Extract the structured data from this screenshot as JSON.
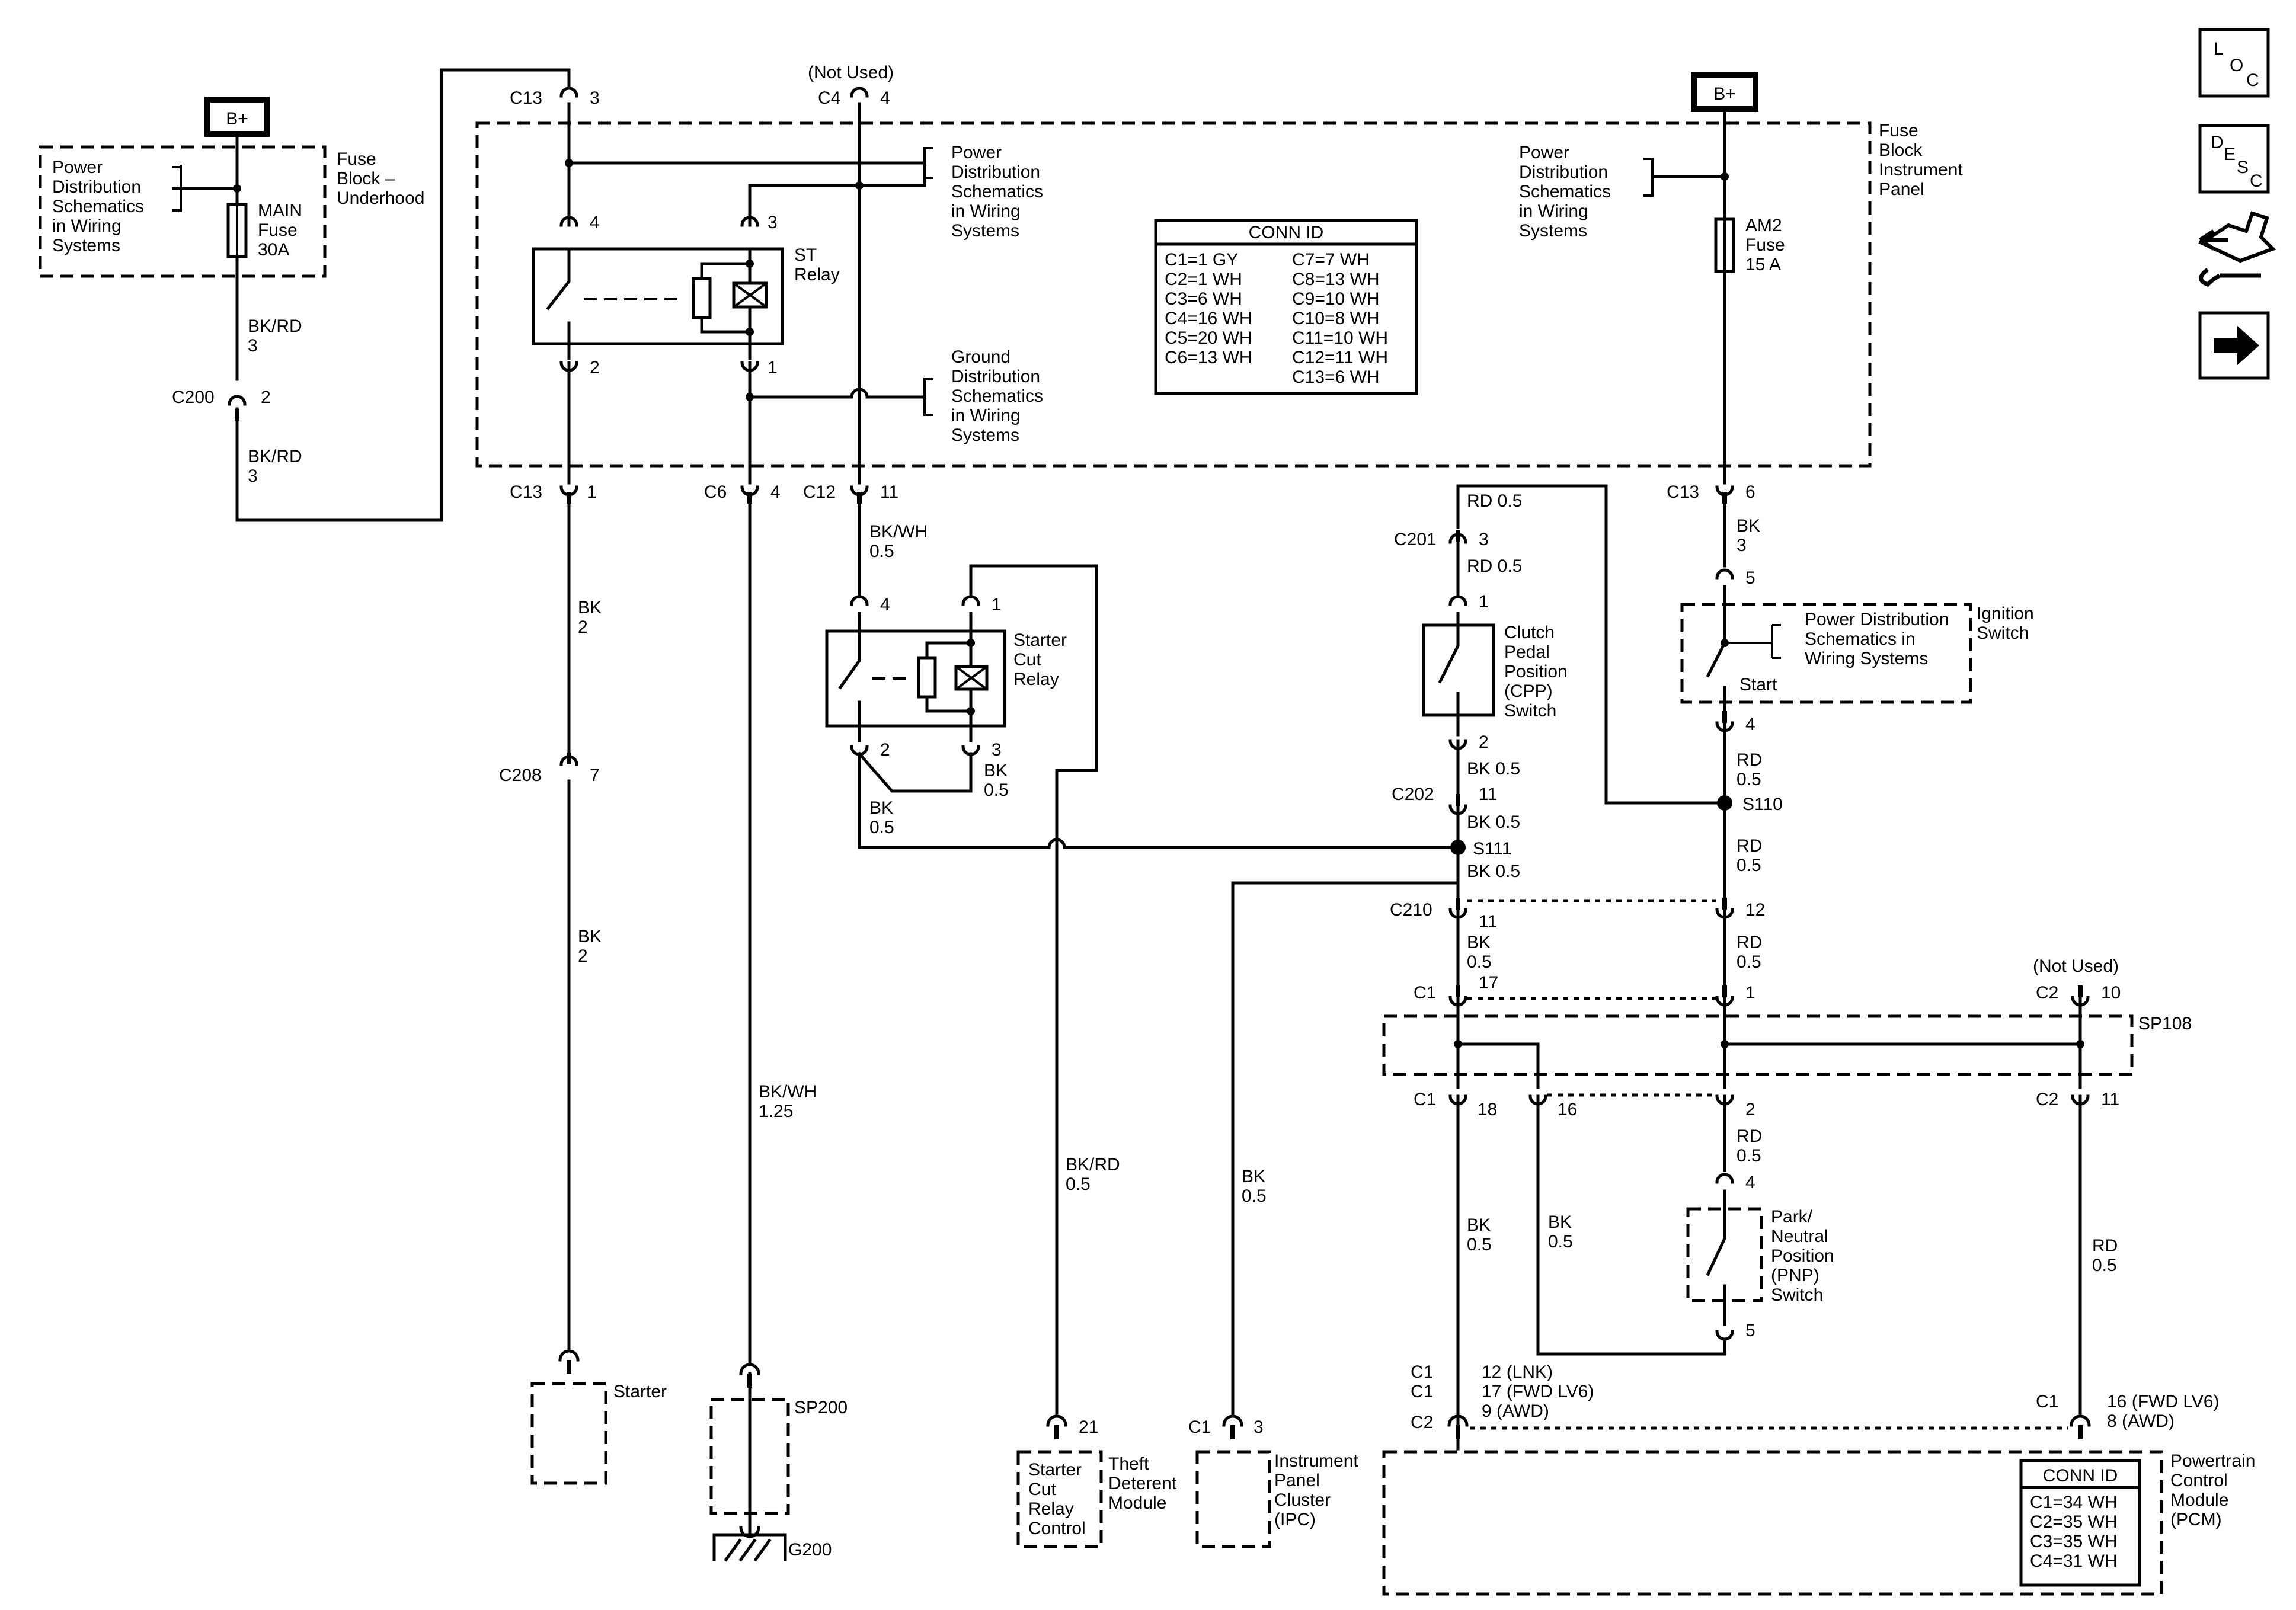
{
  "supply": {
    "underhood": "B+",
    "panel": "B+"
  },
  "fuse_blocks": {
    "underhood": {
      "name": "Fuse\nBlock –\nUnderhood",
      "fuse": "MAIN\nFuse\n30A",
      "ref": "Power\nDistribution\nSchematics\nin Wiring\nSystems"
    },
    "panel": {
      "name": "Fuse\nBlock\nInstrument\nPanel",
      "fuse": "AM2\nFuse\n15 A",
      "ref": "Power\nDistribution\nSchematics\nin Wiring\nSystems",
      "ref_left": "Power\nDistribution\nSchematics\nin Wiring\nSystems",
      "ref_ground": "Ground\nDistribution\nSchematics\nin Wiring\nSystems"
    }
  },
  "conn_table": {
    "title": "CONN ID",
    "left": [
      "C1=1 GY",
      "C2=1 WH",
      "C3=6 WH",
      "C4=16 WH",
      "C5=20 WH",
      "C6=13 WH"
    ],
    "right": [
      "C7=7 WH",
      "C8=13 WH",
      "C9=10 WH",
      "C10=8 WH",
      "C11=10 WH",
      "C12=11 WH",
      "C13=6 WH"
    ]
  },
  "pcm_table": {
    "title": "CONN ID",
    "rows": [
      "C1=34 WH",
      "C2=35 WH",
      "C3=35 WH",
      "C4=31 WH"
    ]
  },
  "components": {
    "st_relay": "ST\nRelay",
    "starter_cut_relay": "Starter\nCut\nRelay",
    "cpp_switch": "Clutch\nPedal\nPosition\n(CPP)\nSwitch",
    "ignition_switch": "Ignition\nSwitch",
    "ignition_ref": "Power Distribution\nSchematics in\nWiring Systems",
    "start": "Start",
    "pnp_switch": "Park/\nNeutral\nPosition\n(PNP)\nSwitch",
    "starter": "Starter",
    "sp200": "SP200",
    "g200": "G200",
    "theft_module": "Theft\nDeterent\nModule",
    "theft_pin_label": "Starter\nCut\nRelay\nControl",
    "ipc": "Instrument\nPanel\nCluster\n(IPC)",
    "pcm": "Powertrain\nControl\nModule\n(PCM)",
    "sp108": "SP108",
    "s110": "S110",
    "s111": "S111",
    "not_used_top": "(Not Used)",
    "not_used_c2": "(Not Used)"
  },
  "connector_labels": {
    "c13_3": "C13",
    "c13_3_pin": "3",
    "c4_4": "C4",
    "c4_4_pin": "4",
    "st_pin4": "4",
    "st_pin3": "3",
    "st_pin2": "2",
    "st_pin1": "1",
    "c200": "C200",
    "c200_pin": "2",
    "c13_1": "C13",
    "c13_1_pin": "1",
    "c6_4": "C6",
    "c6_4_pin": "4",
    "c12_11": "C12",
    "c12_11_pin": "11",
    "c13_6": "C13",
    "c13_6_pin": "6",
    "ign_pin5": "5",
    "ign_pin4": "4",
    "scr_pin4": "4",
    "scr_pin1": "1",
    "scr_pin2": "2",
    "scr_pin3": "3",
    "c201": "C201",
    "c201_pin": "3",
    "cpp_pin1": "1",
    "cpp_pin2": "2",
    "c202": "C202",
    "c202_pin": "11",
    "c208": "C208",
    "c208_pin": "7",
    "c210": "C210",
    "c210_pin11": "11",
    "c210_pin12": "12",
    "c1_top": "C1",
    "c1_top_pin17": "17",
    "c1_top_pin1": "1",
    "c2_top": "C2",
    "c2_top_pin": "10",
    "c1_bot": "C1",
    "c1_bot_pin18": "18",
    "c1_bot_pin16": "16",
    "c1_bot_pin2": "2",
    "c2_bot": "C2",
    "c2_bot_pin": "11",
    "pnp_pin4": "4",
    "pnp_pin5": "5",
    "tdm_c_pin": "21",
    "ipc_c": "C1",
    "ipc_c_pin": "3",
    "pcm_c1a": "C1",
    "pcm_c1b": "C1",
    "pcm_c2": "C2",
    "pcm_pins_left": "12 (LNK)\n17 (FWD LV6)\n9 (AWD)",
    "pcm_c1_right": "C1",
    "pcm_pins_right": "16 (FWD LV6)\n8 (AWD)"
  },
  "wires": {
    "w_bkrd_3a": "BK/RD\n3",
    "w_bkrd_3b": "BK/RD\n3",
    "w_bk_2a": "BK\n2",
    "w_bk_2b": "BK\n2",
    "w_bkwh_125": "BK/WH\n1.25",
    "w_bkwh_05": "BK/WH\n0.5",
    "w_bk_05_scr3": "BK\n0.5",
    "w_bk_05_scr2": "BK\n0.5",
    "w_bkrd_05": "BK/RD\n0.5",
    "w_bk_05_ipc": "BK\n0.5",
    "w_rd_05_top": "RD 0.5",
    "w_rd_05_c201": "RD 0.5",
    "w_bk_05_cpp": "BK 0.5",
    "w_bk_05_c202": "BK 0.5",
    "w_bk_05_s111": "BK 0.5",
    "w_bk_05_c210": "BK\n0.5",
    "w_bk_3": "BK\n3",
    "w_rd_05_ign": "RD\n0.5",
    "w_rd_05_s110": "RD\n0.5",
    "w_rd_05_c210": "RD\n0.5",
    "w_rd_05_c1": "RD\n0.5",
    "w_bk_05_pcm1": "BK\n0.5",
    "w_bk_05_pcm2": "BK\n0.5",
    "w_rd_05_pcm": "RD\n0.5"
  },
  "nav_icons": {
    "loc": [
      "L",
      "O",
      "C"
    ],
    "desc": [
      "D",
      "E",
      "S",
      "C"
    ]
  }
}
